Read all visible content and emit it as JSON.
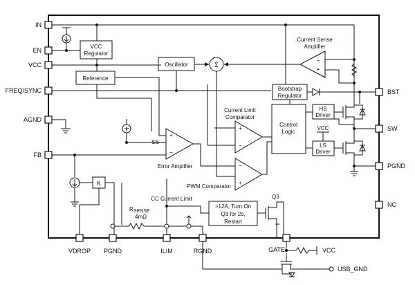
{
  "pins": {
    "in": "IN",
    "en": "EN",
    "vcc": "VCC",
    "freq_sync": "FREQ/SYNC",
    "agnd": "AGND",
    "fb": "FB",
    "bst": "BST",
    "sw": "SW",
    "pgnd_right": "PGND",
    "nc": "NC",
    "vdrop": "VDROP",
    "pgnd_bottom": "PGND",
    "ilim": "ILIM",
    "rgnd": "RGND",
    "gate": "GATE",
    "gate_vcc": "VCC",
    "usb_gnd": "USB_GND"
  },
  "blocks": {
    "vcc_regulator_1": "VCC",
    "vcc_regulator_2": "Regulator",
    "reference": "Reference",
    "oscillator": "Oscillator",
    "summer": "Σ",
    "current_sense_1": "Current Sense",
    "current_sense_2": "Amplifier",
    "bootstrap_1": "Bootstrap",
    "bootstrap_2": "Regulator",
    "control_logic_1": "Control",
    "control_logic_2": "Logic",
    "hs_driver_1": "HS",
    "hs_driver_2": "Driver",
    "ls_driver_1": "LS",
    "ls_driver_2": "Driver",
    "driver_vcc": "VCC",
    "current_limit_cmp_1": "Current Limit",
    "current_limit_cmp_2": "Comparator",
    "error_amp": "Error Amplifier",
    "pwm_cmp": "PWM Comparator",
    "ss": "SS",
    "k_block": "K",
    "plus": "+",
    "minus": "−",
    "cc_current_limit": "CC Current Limit",
    "rsense_r": "R",
    "rsense_sub": "SENSE",
    "rsense_value": "4mΩ",
    "q3": "Q3",
    "restart_1": ">12A, Turn On",
    "restart_2": "Q3 for 2s,",
    "restart_3": "Restart"
  }
}
